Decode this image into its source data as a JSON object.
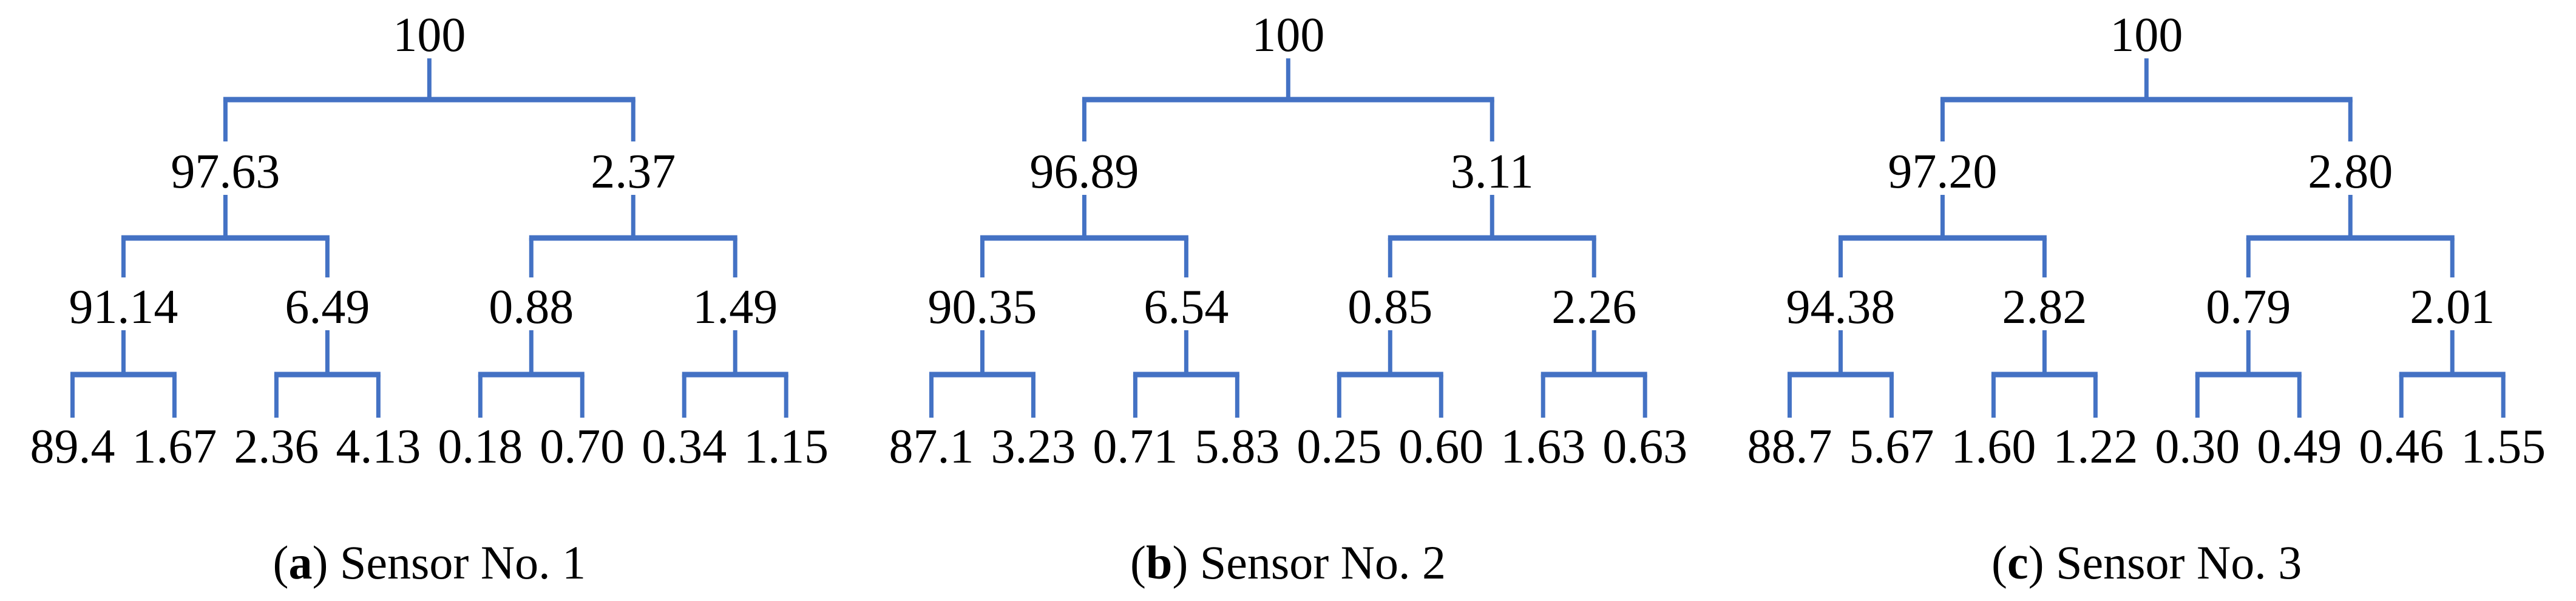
{
  "figure": {
    "connector_color": "#4472C4",
    "text_color": "#000000",
    "background_color": "#FFFFFF",
    "description": "Three-level binary decomposition trees of energy percentages for three sensors"
  },
  "trees": [
    {
      "caption": {
        "prefix": "(",
        "letter": "a",
        "suffix": ")",
        "label": "Sensor No. 1"
      },
      "levels": [
        [
          "100"
        ],
        [
          "97.63",
          "2.37"
        ],
        [
          "91.14",
          "6.49",
          "0.88",
          "1.49"
        ],
        [
          "89.4",
          "1.67",
          "2.36",
          "4.13",
          "0.18",
          "0.70",
          "0.34",
          "1.15"
        ]
      ]
    },
    {
      "caption": {
        "prefix": "(",
        "letter": "b",
        "suffix": ")",
        "label": "Sensor No. 2"
      },
      "levels": [
        [
          "100"
        ],
        [
          "96.89",
          "3.11"
        ],
        [
          "90.35",
          "6.54",
          "0.85",
          "2.26"
        ],
        [
          "87.1",
          "3.23",
          "0.71",
          "5.83",
          "0.25",
          "0.60",
          "1.63",
          "0.63"
        ]
      ]
    },
    {
      "caption": {
        "prefix": "(",
        "letter": "c",
        "suffix": ")",
        "label": "Sensor No. 3"
      },
      "levels": [
        [
          "100"
        ],
        [
          "97.20",
          "2.80"
        ],
        [
          "94.38",
          "2.82",
          "0.79",
          "2.01"
        ],
        [
          "88.7",
          "5.67",
          "1.60",
          "1.22",
          "0.30",
          "0.49",
          "0.46",
          "1.55"
        ]
      ]
    }
  ]
}
